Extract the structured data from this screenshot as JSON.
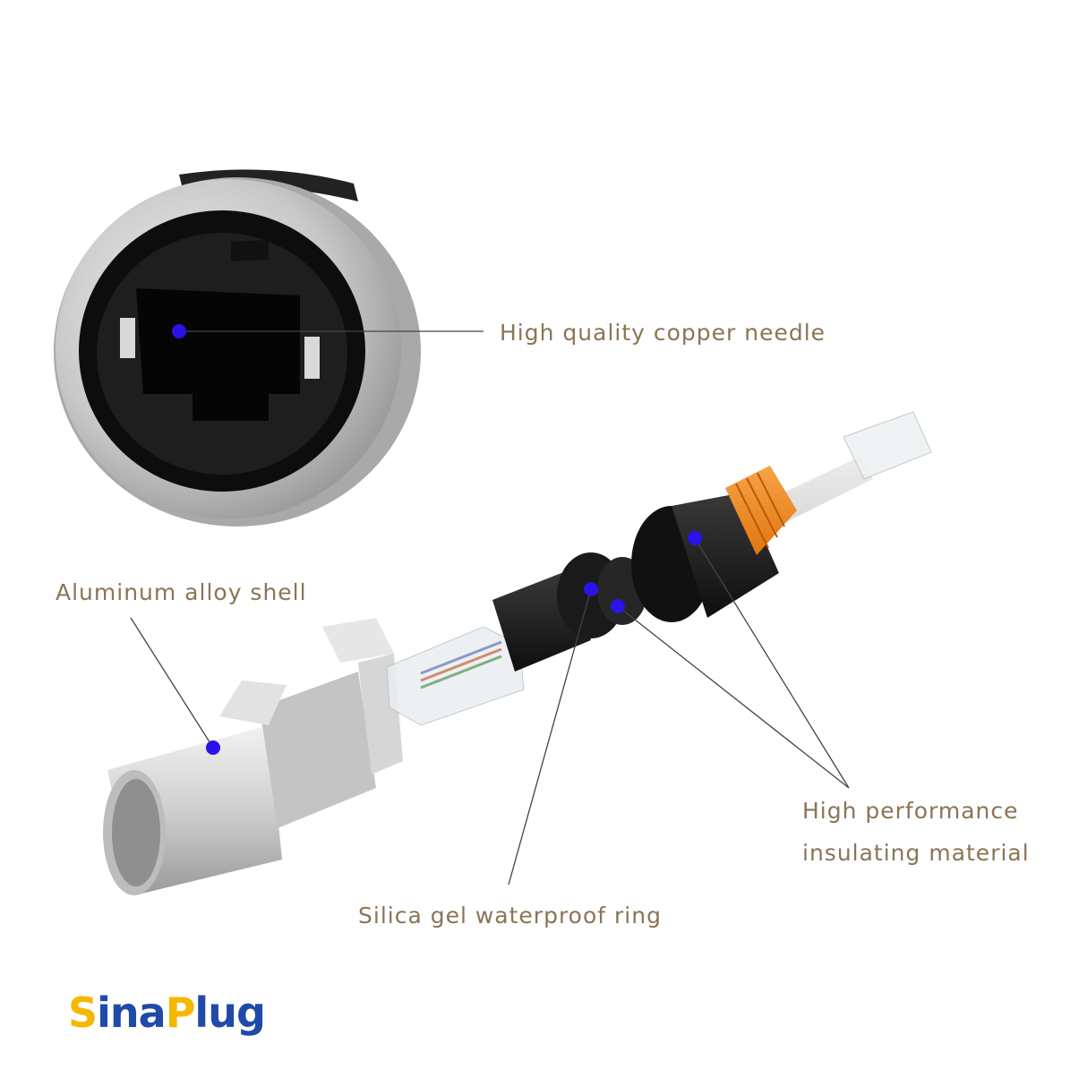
{
  "brand": {
    "logo_parts": [
      "S",
      "ina",
      "P",
      "lug"
    ],
    "colors": {
      "yellow": "#f5b800",
      "blue": "#1f4aa8"
    }
  },
  "callouts": [
    {
      "id": "copper-needle",
      "text": "High quality copper needle"
    },
    {
      "id": "aluminum-shell",
      "text": "Aluminum alloy shell"
    },
    {
      "id": "insulating-1",
      "text": "High performance"
    },
    {
      "id": "insulating-2",
      "text": "insulating material"
    },
    {
      "id": "waterproof-ring",
      "text": "Silica gel waterproof ring"
    }
  ],
  "colors": {
    "label_text": "#8a7556",
    "marker_dot": "#2a12e8",
    "leader_line": "#444444",
    "cable_boot": "#f08a1c",
    "cable": "#d8d8d8",
    "metal": "#c9c9c9",
    "black_part": "#1a1a1a"
  }
}
